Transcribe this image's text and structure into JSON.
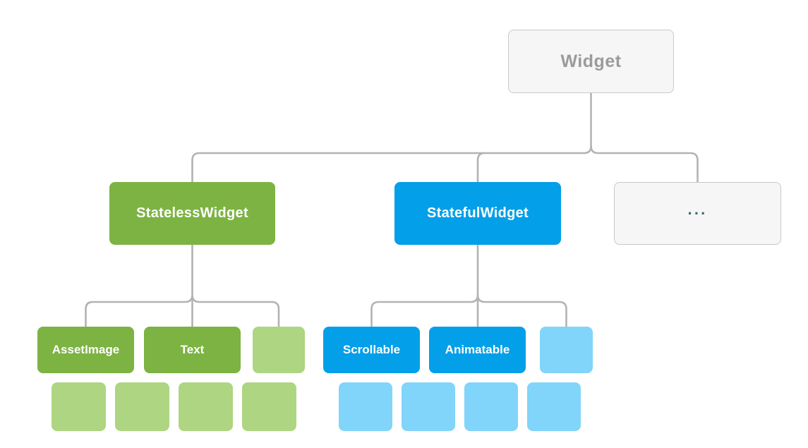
{
  "colors": {
    "background": "#ffffff",
    "green": "#7CB342",
    "green_light": "#AED581",
    "blue": "#039FE8",
    "blue_light": "#81D4FA",
    "gray_box_bg": "#f6f6f6",
    "gray_box_border": "#c9c9c9",
    "gray_text": "#9b9b9b",
    "connector": "#b3b3b3",
    "dots_text": "#44676d"
  },
  "tree": {
    "root": {
      "label": "Widget"
    },
    "level2": [
      {
        "label": "StatelessWidget"
      },
      {
        "label": "StatefulWidget"
      },
      {
        "label": "···"
      }
    ],
    "stateless_children": [
      {
        "label": "AssetImage"
      },
      {
        "label": "Text"
      },
      {
        "label": ""
      }
    ],
    "stateful_children": [
      {
        "label": "Scrollable"
      },
      {
        "label": "Animatable"
      },
      {
        "label": ""
      }
    ],
    "green_placeholder_count": 4,
    "blue_placeholder_count": 4
  }
}
